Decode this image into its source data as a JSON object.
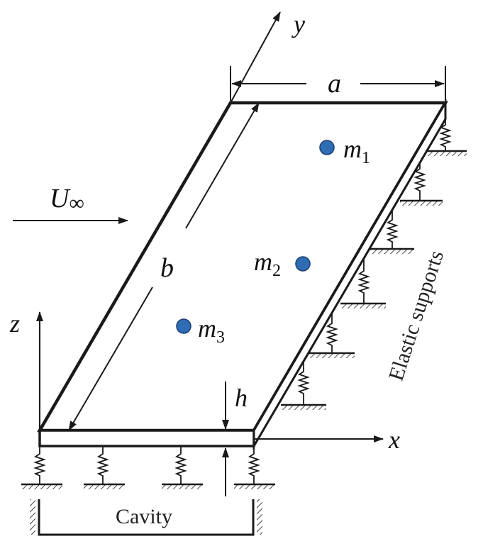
{
  "labels": {
    "axis_x": "x",
    "axis_y": "y",
    "axis_z": "z",
    "dim_a": "a",
    "dim_b": "b",
    "thickness_h": "h",
    "flow_symbol": "U",
    "flow_subscript": "∞",
    "cavity": "Cavity",
    "elastic_supports": "Elastic supports",
    "masses": [
      {
        "symbol": "m",
        "subscript": "1"
      },
      {
        "symbol": "m",
        "subscript": "2"
      },
      {
        "symbol": "m",
        "subscript": "3"
      }
    ]
  },
  "colors": {
    "line": "#1a1a1a",
    "mass_fill": "#2e6db4",
    "mass_stroke": "#1c3f73"
  }
}
